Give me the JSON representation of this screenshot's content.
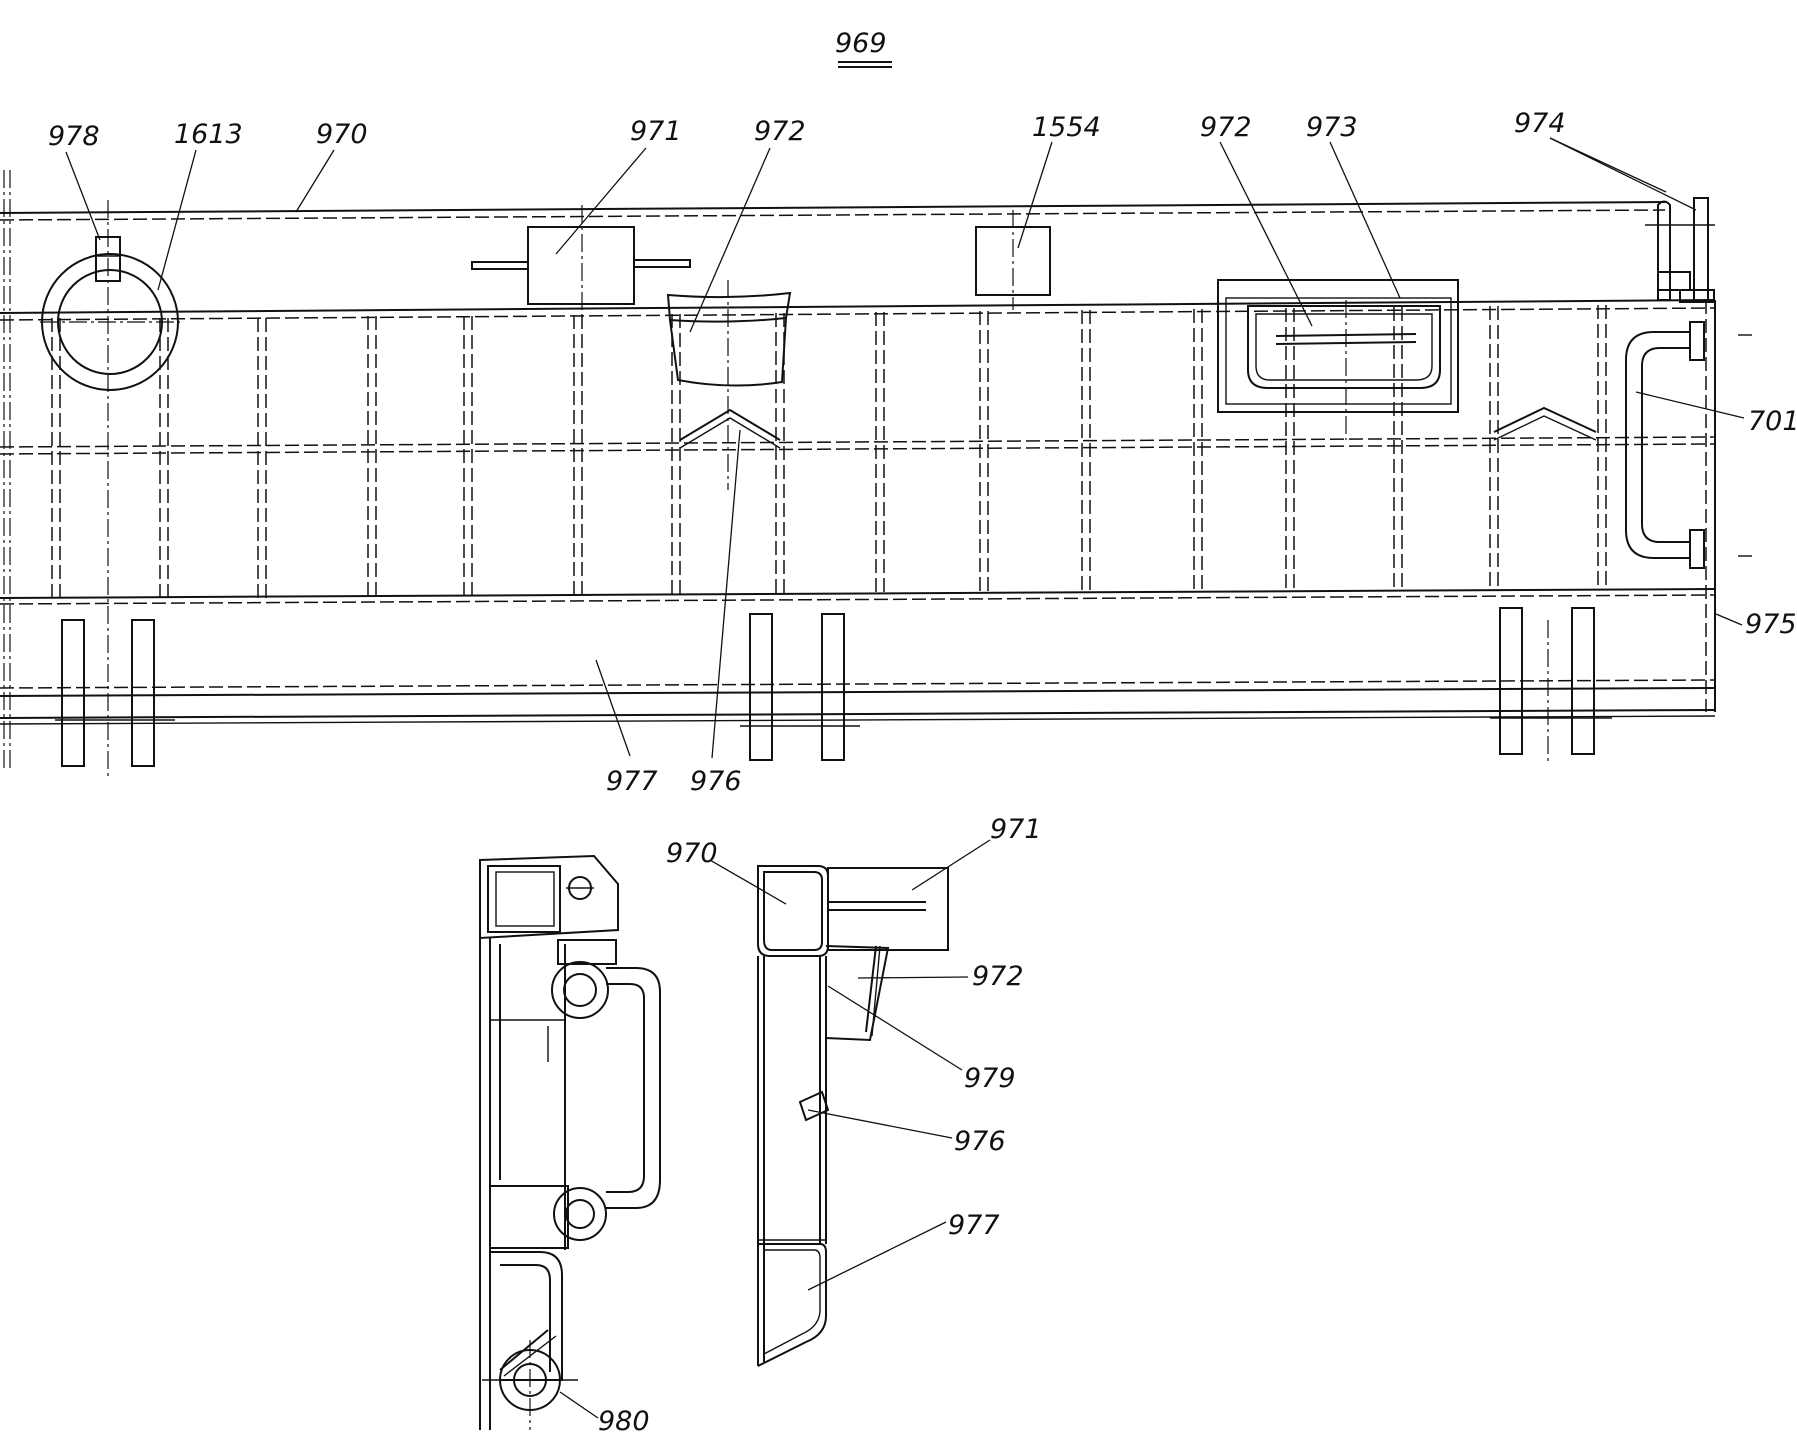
{
  "figure": {
    "title": "969",
    "title_color": "#111111"
  },
  "callouts": {
    "c978": "978",
    "c1613": "1613",
    "c970": "970",
    "c971": "971",
    "c972a": "972",
    "c1554": "1554",
    "c972b": "972",
    "c973": "973",
    "c974": "974",
    "c701": "701",
    "c975": "975",
    "c977": "977",
    "c976": "976"
  },
  "section_callouts": {
    "s970": "970",
    "s971": "971",
    "s972": "972",
    "s979": "979",
    "s976": "976",
    "s977": "977",
    "s980": "980"
  }
}
